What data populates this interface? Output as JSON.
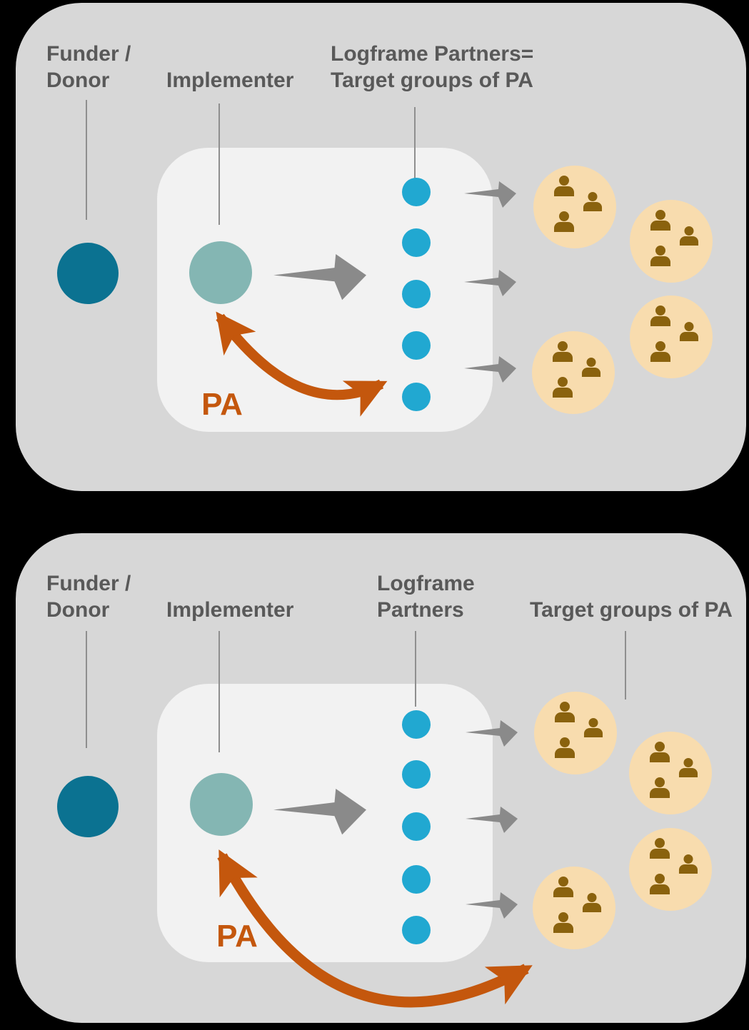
{
  "diagram": {
    "panel_top": {
      "funder_label_line1": "Funder /",
      "funder_label_line2": "Donor",
      "implementer_label": "Implementer",
      "partners_label_line1": "Logframe Partners=",
      "partners_label_line2": "Target groups of PA",
      "pa_label": "PA"
    },
    "panel_bottom": {
      "funder_label_line1": "Funder /",
      "funder_label_line2": "Donor",
      "implementer_label": "Implementer",
      "partners_label_line1": "Logframe",
      "partners_label_line2": "Partners",
      "target_label": "Target groups of PA",
      "pa_label": "PA"
    },
    "colors": {
      "background": "#000000",
      "panel": "#D7D7D7",
      "program_box": "#F2F2F2",
      "funder_circle": "#0B7291",
      "implementer_circle": "#84B6B3",
      "partner_dot": "#21A8D1",
      "gray_arrow": "#8A8A8A",
      "pa_orange": "#C4570D",
      "target_group_circle": "#F8DCAE",
      "person_icon": "#8A620E",
      "label_text": "#595959",
      "leader_line": "#8F8F8F"
    }
  }
}
